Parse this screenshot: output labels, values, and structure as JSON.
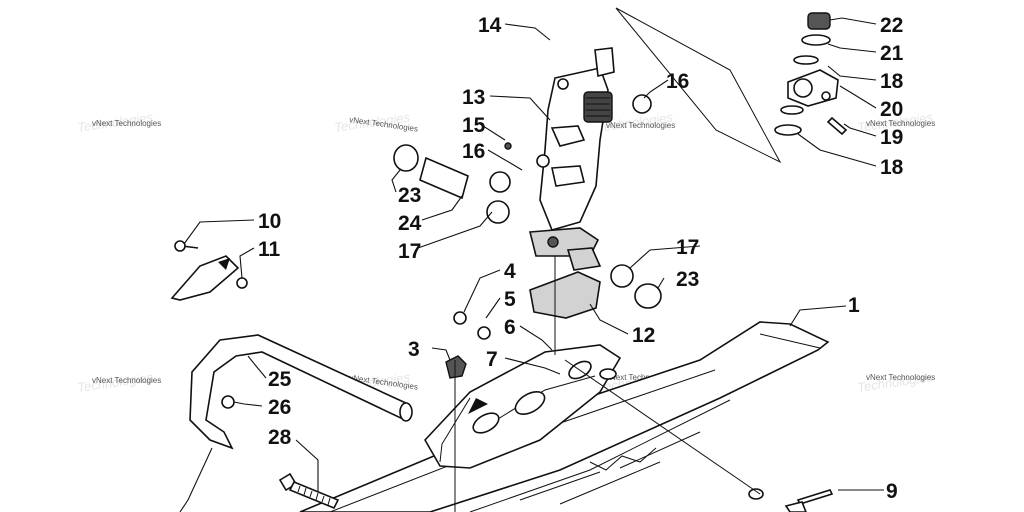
{
  "diagram": {
    "watermark": "vNext Technologies",
    "callouts": [
      {
        "id": "1",
        "label": "1"
      },
      {
        "id": "3",
        "label": "3"
      },
      {
        "id": "4",
        "label": "4"
      },
      {
        "id": "5",
        "label": "5"
      },
      {
        "id": "6",
        "label": "6"
      },
      {
        "id": "7",
        "label": "7"
      },
      {
        "id": "9",
        "label": "9"
      },
      {
        "id": "10",
        "label": "10"
      },
      {
        "id": "11",
        "label": "11"
      },
      {
        "id": "12",
        "label": "12"
      },
      {
        "id": "13",
        "label": "13"
      },
      {
        "id": "14",
        "label": "14"
      },
      {
        "id": "15",
        "label": "15"
      },
      {
        "id": "16a",
        "label": "16"
      },
      {
        "id": "16b",
        "label": "16"
      },
      {
        "id": "17a",
        "label": "17"
      },
      {
        "id": "17b",
        "label": "17"
      },
      {
        "id": "18a",
        "label": "18"
      },
      {
        "id": "18b",
        "label": "18"
      },
      {
        "id": "19",
        "label": "19"
      },
      {
        "id": "20",
        "label": "20"
      },
      {
        "id": "21",
        "label": "21"
      },
      {
        "id": "22",
        "label": "22"
      },
      {
        "id": "23a",
        "label": "23"
      },
      {
        "id": "23b",
        "label": "23"
      },
      {
        "id": "24",
        "label": "24"
      },
      {
        "id": "25",
        "label": "25"
      },
      {
        "id": "26",
        "label": "26"
      },
      {
        "id": "28",
        "label": "28"
      }
    ]
  }
}
